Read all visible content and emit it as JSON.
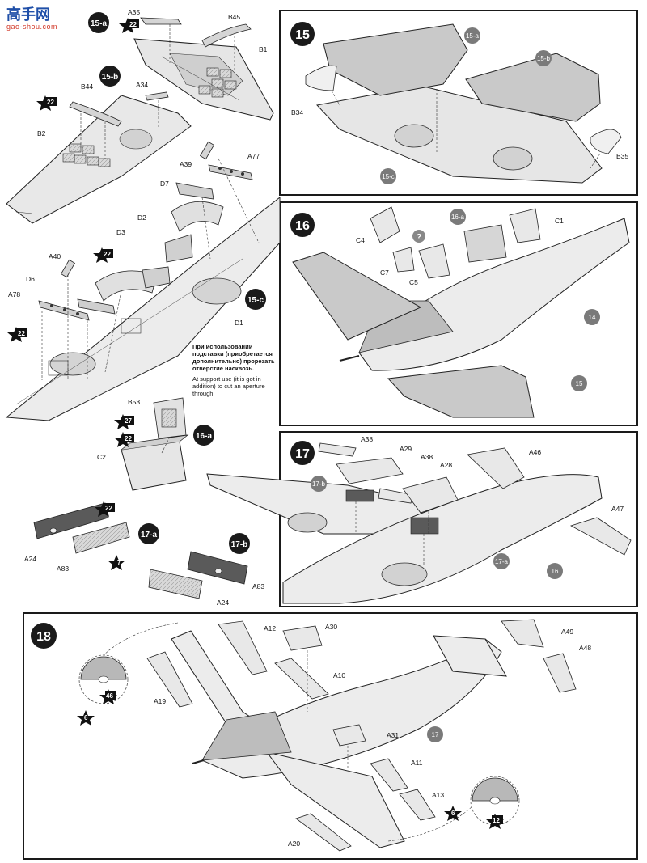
{
  "watermark": {
    "site": "高手网",
    "url": "gao-shou.com"
  },
  "steps": {
    "s15": "15",
    "s16": "16",
    "s17": "17",
    "s18": "18",
    "s15a": "15-a",
    "s15b": "15-b",
    "s15c": "15-c",
    "s16a": "16-a",
    "s17a": "17-a",
    "s17b": "17-b",
    "s14": "14",
    "s16ref": "16",
    "s17ref": "17",
    "s15ref": "15"
  },
  "stars": {
    "n22": "22",
    "n27": "27",
    "n7": "7",
    "n6": "6",
    "n46": "46",
    "n12": "12"
  },
  "parts": {
    "A35": "A35",
    "B45": "B45",
    "B1": "B1",
    "B44": "B44",
    "A34": "A34",
    "B2": "B2",
    "A39": "A39",
    "A77": "A77",
    "D7": "D7",
    "D2": "D2",
    "D3": "D3",
    "A40": "A40",
    "D6": "D6",
    "A78": "A78",
    "D1": "D1",
    "B34": "B34",
    "B35": "B35",
    "C4": "C4",
    "C1": "C1",
    "C7": "C7",
    "C5": "C5",
    "B53": "B53",
    "C2": "C2",
    "A24": "A24",
    "A83": "A83",
    "A38": "A38",
    "A29": "A29",
    "A28": "A28",
    "A46": "A46",
    "A47": "A47",
    "A12": "A12",
    "A30": "A30",
    "A10": "A10",
    "A19": "A19",
    "A31": "A31",
    "A11": "A11",
    "A13": "A13",
    "A20": "A20",
    "A49": "A49",
    "A48": "A48"
  },
  "note": {
    "ru": "При использовании подставки (приобретается дополнительно) прорезать отверстие насквозь.",
    "en": "At support use (it is got in addition) to cut an aperture through."
  },
  "colors": {
    "panel_fill": "#c9c9c9",
    "dark_fill": "#5a5a5a",
    "step_circle": "#1a1a1a",
    "sub_circle": "#7a7a7a"
  }
}
